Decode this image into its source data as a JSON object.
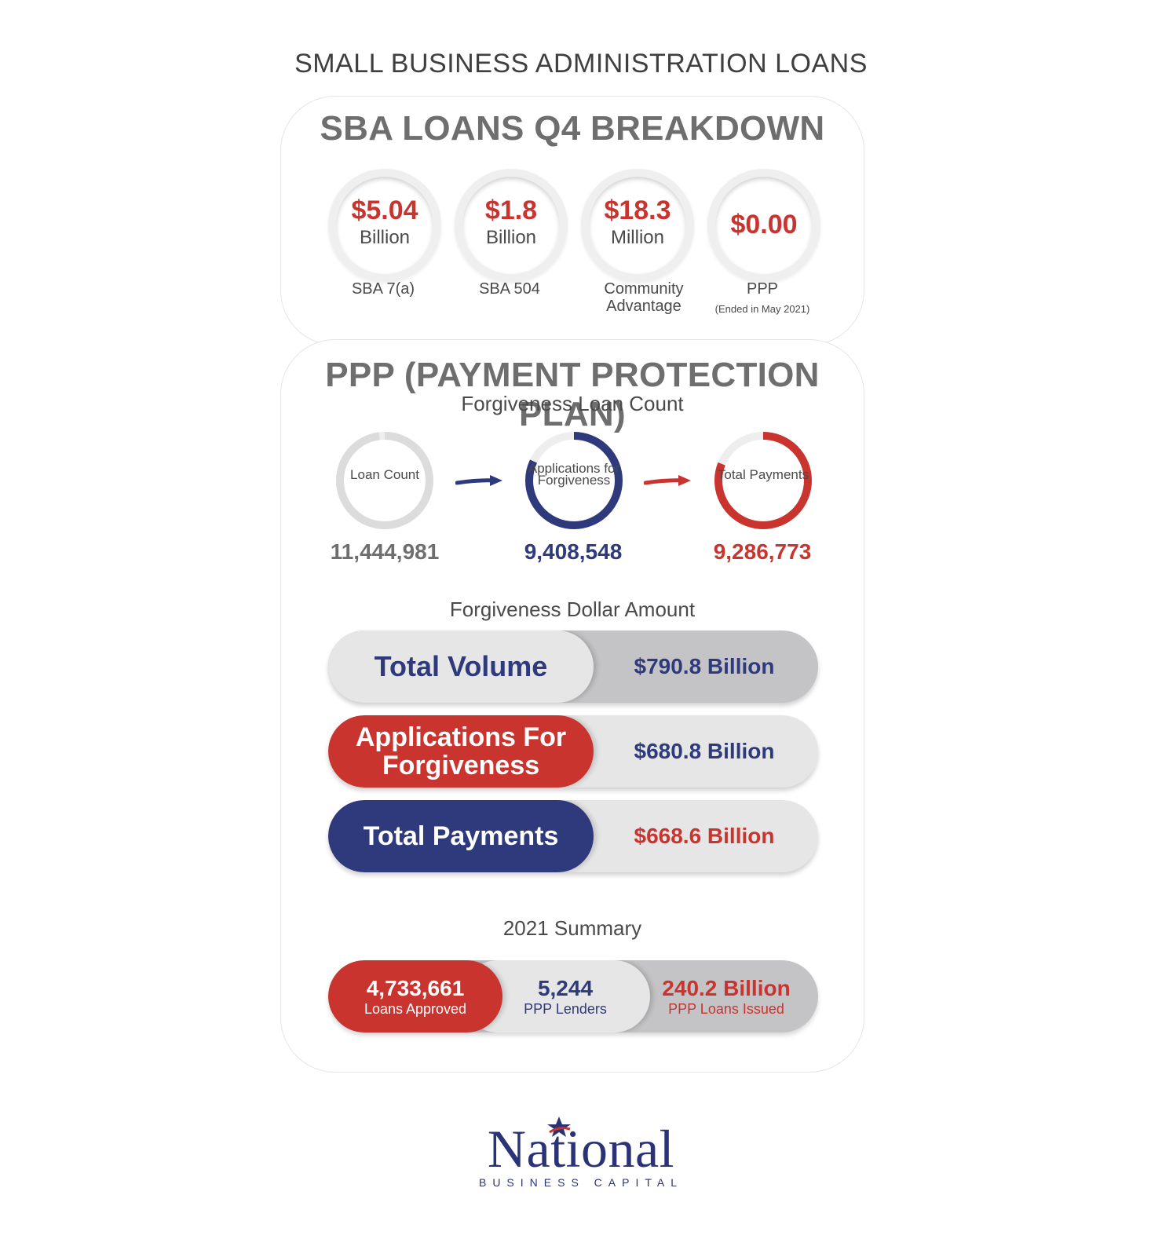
{
  "header_title": "SMALL BUSINESS ADMINISTRATION LOANS",
  "breakdown": {
    "title": "SBA LOANS Q4 BREAKDOWN",
    "items": [
      {
        "value": "$5.04",
        "unit": "Billion",
        "label": "SBA 7(a)",
        "sub": ""
      },
      {
        "value": "$1.8",
        "unit": "Billion",
        "label": "SBA 504",
        "sub": ""
      },
      {
        "value": "$18.3",
        "unit": "Million",
        "label": "Community Advantage",
        "sub": ""
      },
      {
        "value": "$0.00",
        "unit": "",
        "label": "PPP",
        "sub": "(Ended in May 2021)"
      }
    ]
  },
  "ppp": {
    "title": "PPP (PAYMENT PROTECTION PLAN)",
    "count_subtitle": "Forgiveness Loan Count",
    "rings": [
      {
        "label": "Loan Count",
        "value": "11,444,981",
        "progress": 0.98,
        "color": "#dcdcdc"
      },
      {
        "label": "Applications for Forgiveness",
        "value": "9,408,548",
        "progress": 0.82,
        "color": "#2e3a7c"
      },
      {
        "label": "Total Payments",
        "value": "9,286,773",
        "progress": 0.81,
        "color": "#c9342f"
      }
    ],
    "dollar_subtitle": "Forgiveness Dollar Amount",
    "pills": [
      {
        "label": "Total Volume",
        "value": "$790.8 Billion"
      },
      {
        "label": "Applications For Forgiveness",
        "value": "$680.8 Billion"
      },
      {
        "label": "Total Payments",
        "value": "$668.6 Billion"
      }
    ],
    "summary_title": "2021 Summary",
    "summary": [
      {
        "number": "4,733,661",
        "label": "Loans Approved"
      },
      {
        "number": "5,244",
        "label": "PPP Lenders"
      },
      {
        "number": "240.2 Billion",
        "label": "PPP Loans Issued"
      }
    ]
  },
  "logo": {
    "word": "National",
    "tagline": "BUSINESS CAPITAL"
  },
  "colors": {
    "red": "#c9342f",
    "navy": "#2e3a7c",
    "grey": "#6e6e6e"
  }
}
